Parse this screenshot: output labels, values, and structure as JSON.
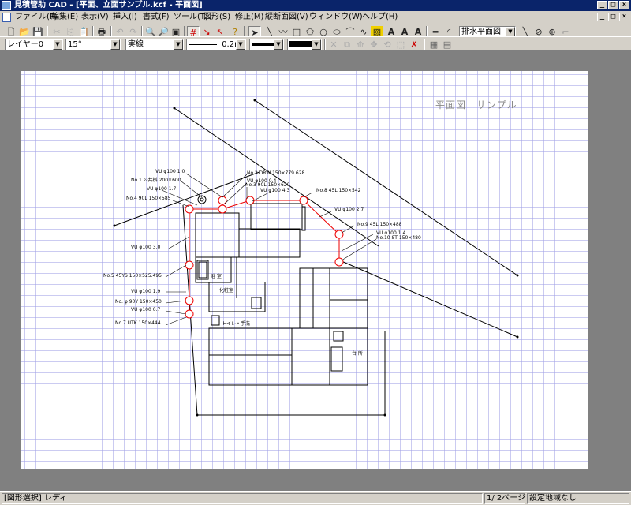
{
  "window": {
    "title": "見積管助 CAD - [平面、立面サンプル.kcf - 平面図]"
  },
  "menu": [
    "ファイル(F)",
    "編集(E)",
    "表示(V)",
    "挿入(I)",
    "書式(F)",
    "ツール(T)",
    "図形(S)",
    "修正(M)",
    "縦断面図(V)",
    "ウィンドウ(W)",
    "ヘルプ(H)"
  ],
  "toolbar": {
    "view_combo": "排水平面図"
  },
  "props": {
    "layer": "レイヤー0",
    "angle": "15°",
    "linetype": "実線",
    "linewidth": "0.2mm"
  },
  "drawing": {
    "sheet_title": "平面図　サンプル",
    "annotations": [
      "No.2 DRW 150×779.628",
      "VU φ100 1.0",
      "No.1 公共桝 200×600",
      "VU φ100 0.4",
      "No.3 90L 150×620",
      "VU φ100 1.7",
      "VU φ100 4.3",
      "No.8 45L 150×542",
      "No.4 90L 150×585",
      "VU φ100 2.7",
      "No.9 45L 150×488",
      "VU φ100 1.4",
      "No.10 ST 150×480",
      "VU φ100 3.0",
      "No.5 45YS 150×525.495",
      "VU φ100 1.9",
      "No. φ 90Y 150×450",
      "VU φ100 0.7",
      "No.7 UTK 150×444"
    ],
    "rooms": [
      "浴 室",
      "化粧室",
      "トイレ・手洗",
      "台 所"
    ]
  },
  "status": {
    "mode": "[図形選択] レディ",
    "page": "1/ 2ページ",
    "region": "設定地域なし"
  }
}
